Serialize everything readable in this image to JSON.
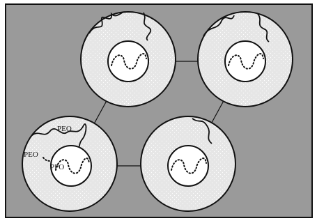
{
  "labels": {
    "peo_top": "PEO",
    "peo_left": "PEO",
    "ppo": "PPO"
  },
  "colors": {
    "background": "#9a9a9a",
    "frame": "#111111",
    "shell": "#e6e6e6",
    "shell_dots": "#ffffff",
    "core": "#ffffff",
    "line": "#111111"
  },
  "micelles": [
    {
      "id": "top-left"
    },
    {
      "id": "top-right"
    },
    {
      "id": "bottom-left"
    },
    {
      "id": "bottom-right"
    }
  ]
}
